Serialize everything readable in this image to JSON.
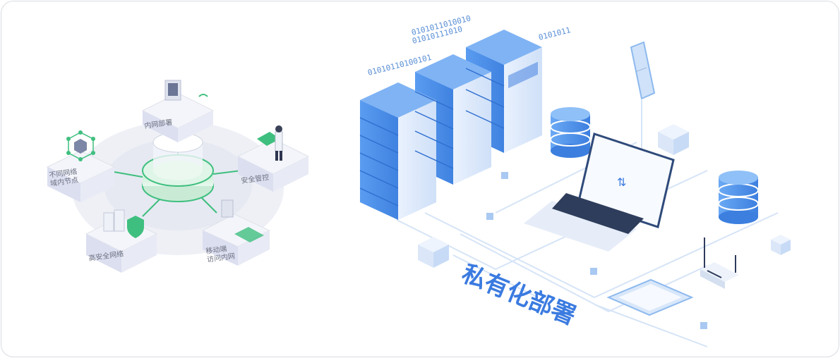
{
  "left_diagram": {
    "nodes": [
      {
        "label": "内网部署"
      },
      {
        "label": "安全管控"
      },
      {
        "label": "移动端\n访问内网"
      },
      {
        "label": "高安全网络"
      },
      {
        "label": "不同网络\n域内节点"
      }
    ]
  },
  "right_scene": {
    "binary_texts": [
      "0101011010010",
      "01010111010",
      "01010110100101",
      "0101011"
    ],
    "title": "私有化部署"
  },
  "colors": {
    "accent_green": "#3fbf7f",
    "server_blue": "#4a8fe8",
    "line_blue": "#cfe0f7"
  }
}
